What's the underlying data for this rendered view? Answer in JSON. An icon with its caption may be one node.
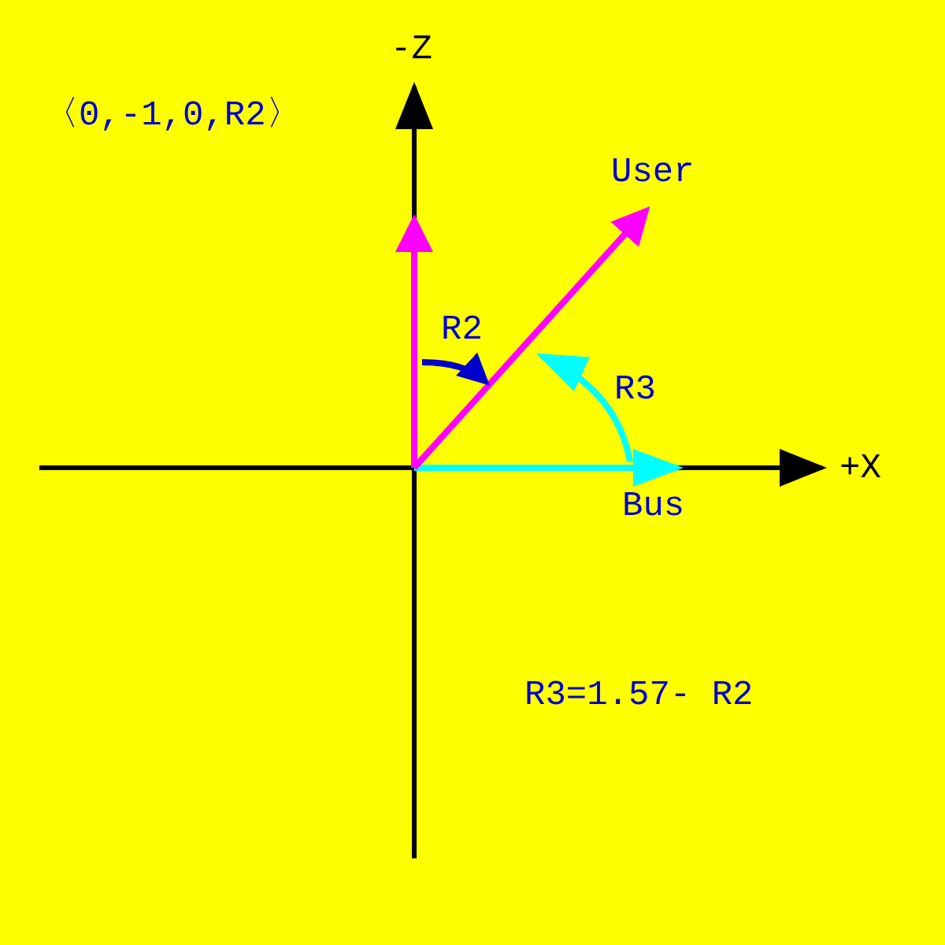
{
  "diagram": {
    "labels": [
      "-Z",
      "〈0,-1,0,R2〉",
      "User",
      "R2",
      "R3",
      "+X",
      "Bus",
      "R3=1.57- R2"
    ]
  }
}
